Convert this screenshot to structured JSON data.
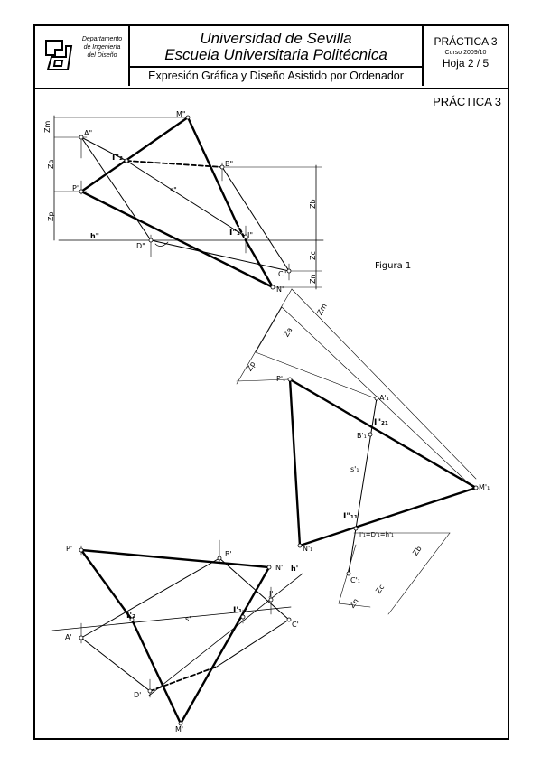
{
  "header": {
    "department": [
      "Departamento",
      "de Ingeniería",
      "del Diseño"
    ],
    "university": "Universidad de Sevilla",
    "school": "Escuela Universitaria Politécnica",
    "subject": "Expresión Gráfica y Diseño Asistido por Ordenador",
    "practice": "PRÁCTICA 3",
    "course": "Curso 2009/10",
    "sheet": "Hoja 2 / 5"
  },
  "page_label": "PRÁCTICA 3",
  "figure_caption": "Figura 1",
  "labels": {
    "zm": "Zm",
    "za": "Za",
    "zp": "Zp",
    "zb": "Zb",
    "zc": "Zc",
    "zn": "Zn",
    "a2": "A\"",
    "b2": "B\"",
    "c2": "C\"",
    "d2": "D\"",
    "m2": "M\"",
    "n2": "N\"",
    "p2": "P\"",
    "h2": "h\"",
    "s2": "s\"",
    "i1b": "I\"₁",
    "i2b": "I\"₂",
    "j2": "J\"",
    "p1": "P'₁",
    "a1": "A'₁",
    "b1": "B'₁",
    "c1": "C'₁",
    "m1": "M'₁",
    "n1": "N'₁",
    "s1": "s'₁",
    "i2a": "I\"₂₁",
    "i1a": "I\"₁₁",
    "d1eq": "I'₁=D'₁=h'₁",
    "pp": "P'",
    "bp": "B'",
    "np": "N'",
    "hp": "h'",
    "ap": "A'",
    "cp": "C'",
    "dp": "D'",
    "mp": "M'",
    "sp": "s'",
    "i2p": "I'₂",
    "i1p": "I'₁",
    "jp": "J'"
  }
}
